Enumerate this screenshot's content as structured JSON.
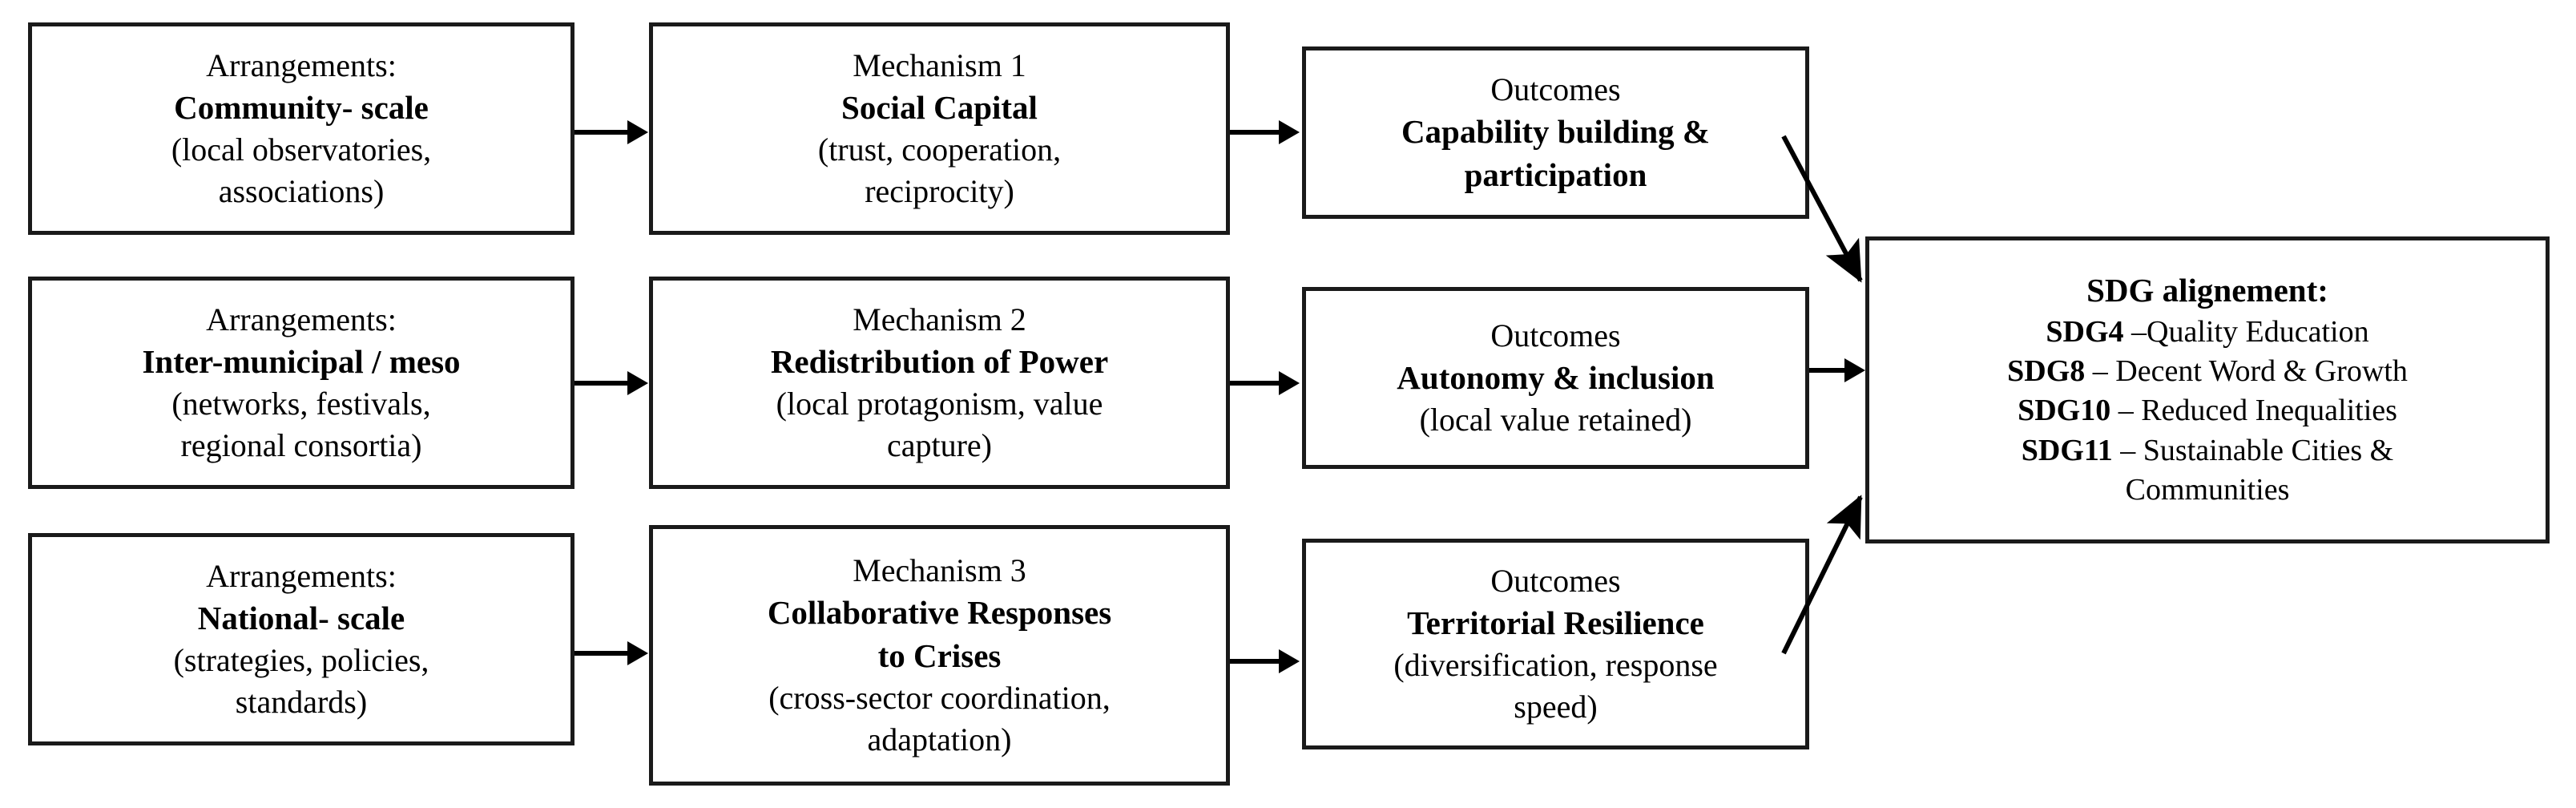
{
  "diagram": {
    "type": "flow-diagram",
    "orientation": "left-to-right",
    "columns": [
      "Arrangements",
      "Mechanisms",
      "Outcomes",
      "SDG alignement"
    ],
    "rows": 3
  },
  "arrangements": [
    {
      "heading": "Arrangements:",
      "title": "Community- scale",
      "detail_line1": "(local observatories,",
      "detail_line2": "associations)"
    },
    {
      "heading": "Arrangements:",
      "title": "Inter-municipal / meso",
      "detail_line1": "(networks, festivals,",
      "detail_line2": "regional consortia)"
    },
    {
      "heading": "Arrangements:",
      "title": "National- scale",
      "detail_line1": "(strategies, policies,",
      "detail_line2": "standards)"
    }
  ],
  "mechanisms": [
    {
      "heading": "Mechanism 1",
      "title_line1": "Social Capital",
      "title_line2": "",
      "detail_line1": "(trust, cooperation,",
      "detail_line2": "reciprocity)"
    },
    {
      "heading": "Mechanism 2",
      "title_line1": "Redistribution of Power",
      "title_line2": "",
      "detail_line1": "(local protagonism, value",
      "detail_line2": "capture)"
    },
    {
      "heading": "Mechanism 3",
      "title_line1": "Collaborative Responses",
      "title_line2": "to Crises",
      "detail_line1": "(cross-sector coordination,",
      "detail_line2": "adaptation)"
    }
  ],
  "outcomes": [
    {
      "heading": "Outcomes",
      "title_line1": "Capability building &",
      "title_line2": "participation",
      "detail_line1": "",
      "detail_line2": ""
    },
    {
      "heading": "Outcomes",
      "title_line1": "Autonomy & inclusion",
      "title_line2": "",
      "detail_line1": "(local value retained)",
      "detail_line2": ""
    },
    {
      "heading": "Outcomes",
      "title_line1": "Territorial Resilience",
      "title_line2": "",
      "detail_line1": "(diversification, response",
      "detail_line2": "speed)"
    }
  ],
  "sdg": {
    "heading": "SDG alignement:",
    "items": [
      {
        "code": "SDG4",
        "label": "–Quality Education",
        "full": "SDG4 –Quality Education"
      },
      {
        "code": "SDG8",
        "label": "– Decent Word & Growth",
        "full": "SDG8 – Decent Word & Growth"
      },
      {
        "code": "SDG10",
        "label": "– Reduced Inequalities",
        "full": "SDG10 – Reduced Inequalities"
      },
      {
        "code": "SDG11",
        "label": "– Sustainable Cities &",
        "full": "SDG11 – Sustainable Cities &"
      }
    ],
    "items_wrap_line": "Communities"
  },
  "colors": {
    "stroke": "#1a1a1a",
    "arrow": "#000000",
    "background": "#ffffff",
    "text": "#000000"
  }
}
